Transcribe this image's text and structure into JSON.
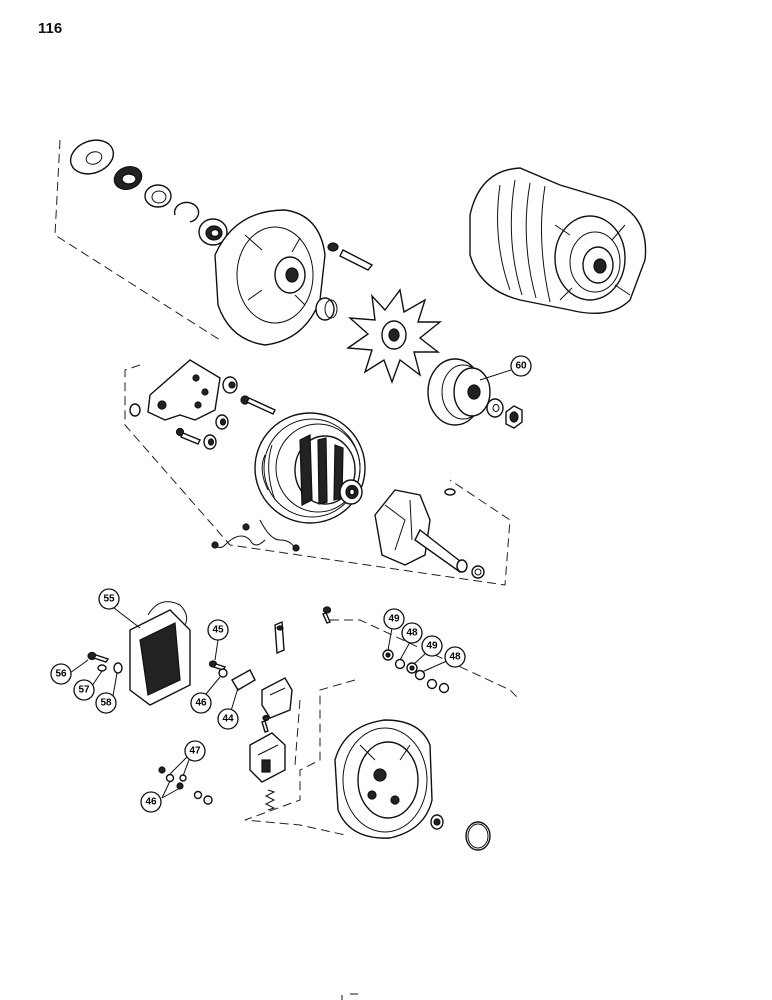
{
  "page_number": "116",
  "callouts": {
    "c60": "60",
    "c55": "55",
    "c56": "56",
    "c57": "57",
    "c58": "58",
    "c45": "45",
    "c46a": "46",
    "c44": "44",
    "c47": "47",
    "c46b": "46",
    "c49a": "49",
    "c48a": "48",
    "c49b": "49",
    "c48b": "48"
  }
}
